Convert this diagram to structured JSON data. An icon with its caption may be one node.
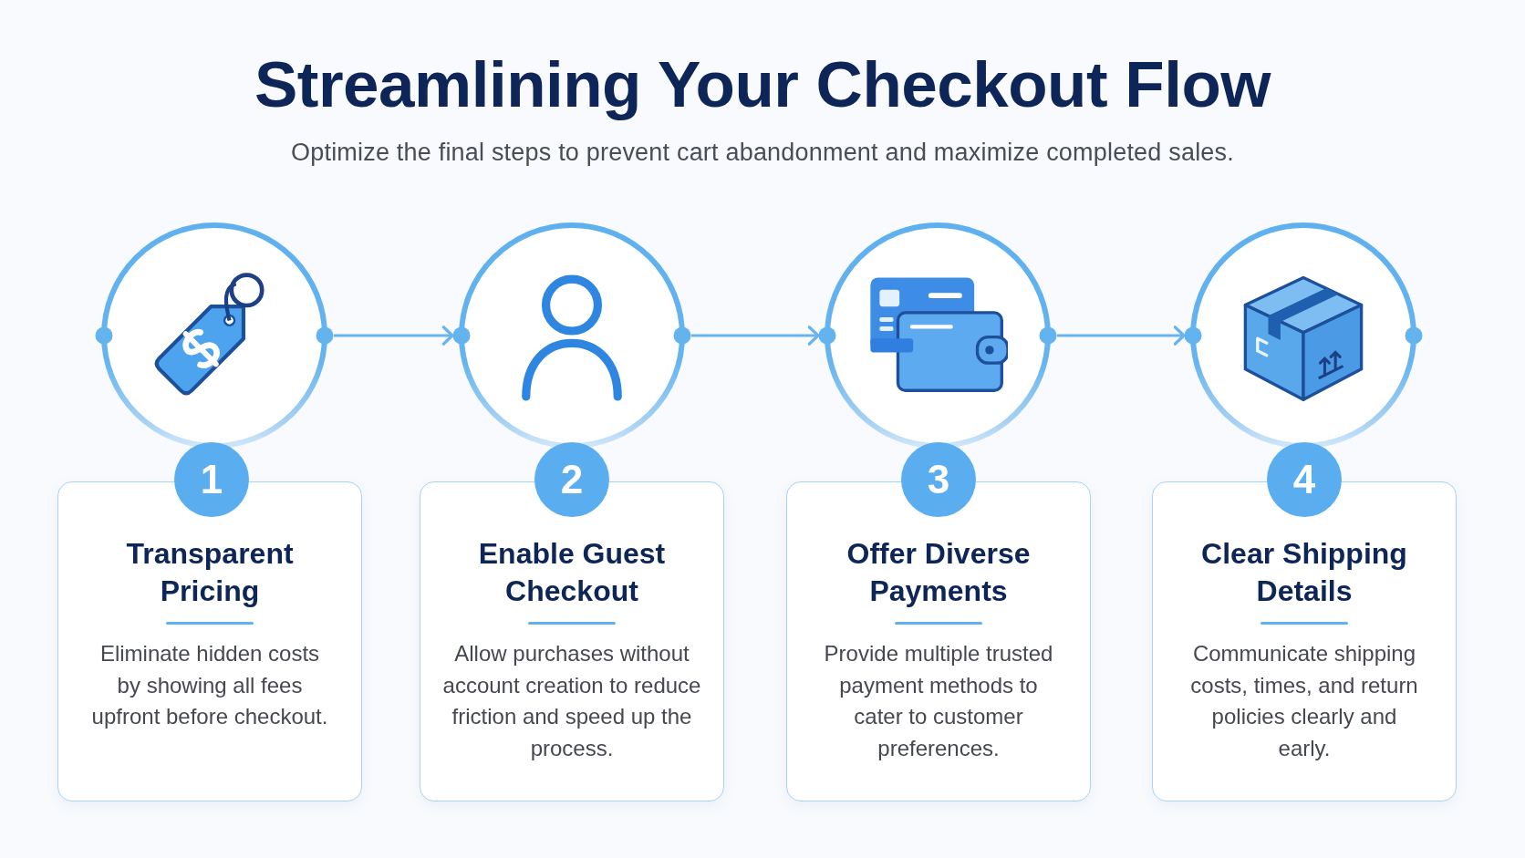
{
  "diagram": {
    "title": "Streamlining Your Checkout Flow",
    "nodes": [
      {
        "text": [],
        "shape": "circle"
      },
      {
        "text": [
          "1"
        ]
      },
      {
        "text": [
          "Transparent Pricing",
          "Eliminate hidden costs by showing all fees upfront before checkout."
        ]
      },
      {
        "text": [],
        "shape": "circle"
      },
      {
        "text": [
          "2"
        ]
      },
      {
        "text": [
          "Enable Guest Checkout",
          "Allow purchases without account creation to reduce friction and speed up the process."
        ]
      },
      {
        "text": [],
        "shape": "circle"
      },
      {
        "text": [
          "3"
        ]
      },
      {
        "text": [
          "Offer Diverse Payments",
          "Provide multiple trusted payment methods to cater to customer preferences."
        ]
      },
      {
        "text": [],
        "shape": "circle"
      },
      {
        "text": [
          "4"
        ]
      },
      {
        "text": [
          "Clear Shipping Details",
          "Communicate shipping costs, times, and return policies clearly and early."
        ]
      }
    ],
    "edges": [
      {
        "from": 0,
        "to": 3,
        "arrow": "to"
      },
      {
        "from": 3,
        "to": 6,
        "arrow": "to"
      },
      {
        "from": 6,
        "to": 9,
        "arrow": "to"
      }
    ],
    "labels": [
      "Optimize the final steps to prevent cart abandonment and maximize completed sales."
    ]
  }
}
